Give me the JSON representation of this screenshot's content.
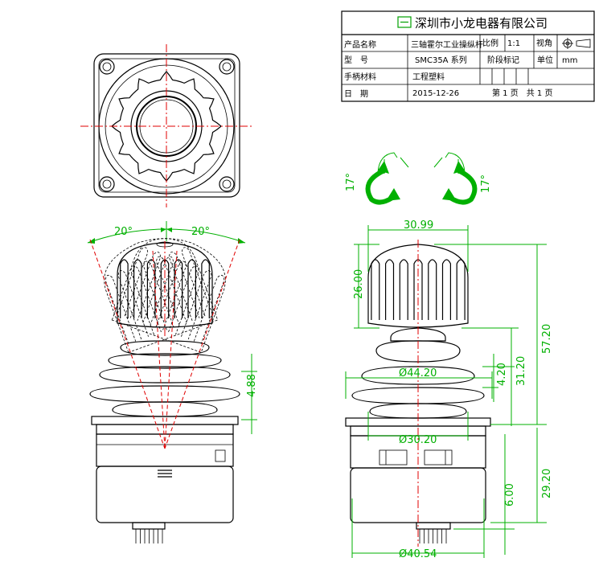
{
  "title_block": {
    "company": "深圳市小龙电器有限公司",
    "product_name_label": "产品名称",
    "product_name": "三轴霍尔工业操纵杆",
    "scale_label": "比例",
    "scale": "1:1",
    "view_label": "视角",
    "model_label": "型　号",
    "model": "SMC35A 系列",
    "stage_label": "阶段标记",
    "unit_label": "单位",
    "unit": "mm",
    "handle_material_label": "手柄材料",
    "handle_material": "工程塑料",
    "date_label": "日　期",
    "date": "2015-12-26",
    "sheet_label": "第 1 页　共 1 页"
  },
  "dimensions": {
    "tilt_left": "20°",
    "tilt_right": "20°",
    "twist_left": "17°",
    "twist_right": "17°",
    "knob_width": "30.99",
    "knob_height": "26.00",
    "upper_height": "57.20",
    "boot_diameter": "Ø44.20",
    "boot_step": "4.20",
    "boot_height": "31.20",
    "neck_diameter": "Ø30.20",
    "base_height": "29.20",
    "pin_length": "6.00",
    "base_diameter": "Ø40.54",
    "left_gap": "4.88"
  },
  "colors": {
    "dimension": "#00b000",
    "center_line": "#e00000",
    "outline": "#000000"
  }
}
